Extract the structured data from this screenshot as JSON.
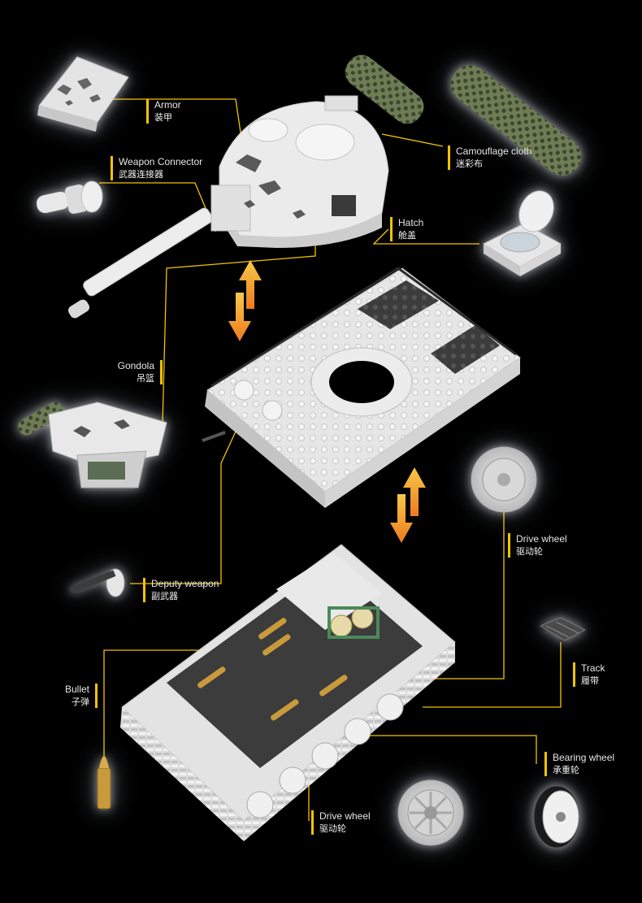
{
  "colors": {
    "background": "#000000",
    "leader_line": "#f2c400",
    "arrow_top": "#f5c03a",
    "arrow_bottom": "#ef7d22",
    "text": "#e6e6e6",
    "brick_white": "#e9e9e9",
    "brick_dark": "#3a3a3a",
    "camo_green": "#6b7a52",
    "brass": "#c99a3c"
  },
  "labels": {
    "armor": {
      "en": "Armor",
      "zh": "装甲"
    },
    "weapon_connector": {
      "en": "Weapon Connector",
      "zh": "武器连接器"
    },
    "camouflage": {
      "en": "Camouflage cloth",
      "zh": "迷彩布"
    },
    "hatch": {
      "en": "Hatch",
      "zh": "舱盖"
    },
    "gondola": {
      "en": "Gondola",
      "zh": "吊篮"
    },
    "drive_wheel_top": {
      "en": "Drive wheel",
      "zh": "驱动轮"
    },
    "deputy_weapon": {
      "en": "Deputy weapon",
      "zh": "副武器"
    },
    "track": {
      "en": "Track",
      "zh": "履带"
    },
    "bullet": {
      "en": "Bullet",
      "zh": "子弹"
    },
    "bearing_wheel": {
      "en": "Bearing wheel",
      "zh": "承重轮"
    },
    "drive_wheel_bottom": {
      "en": "Drive wheel",
      "zh": "驱动轮"
    }
  },
  "icons": {
    "armor_part": "armor-plate-icon",
    "connector_part": "weapon-connector-icon",
    "camo_part": "camouflage-cloth-icon",
    "hatch_part": "hatch-icon",
    "gondola_part": "gondola-icon",
    "drive_wheel_part": "drive-wheel-icon",
    "deputy_weapon_part": "machine-gun-icon",
    "track_part": "track-link-icon",
    "bullet_part": "bullet-icon",
    "bearing_wheel_part": "bearing-wheel-icon",
    "assembly_arrows": "swap-arrows-icon"
  }
}
